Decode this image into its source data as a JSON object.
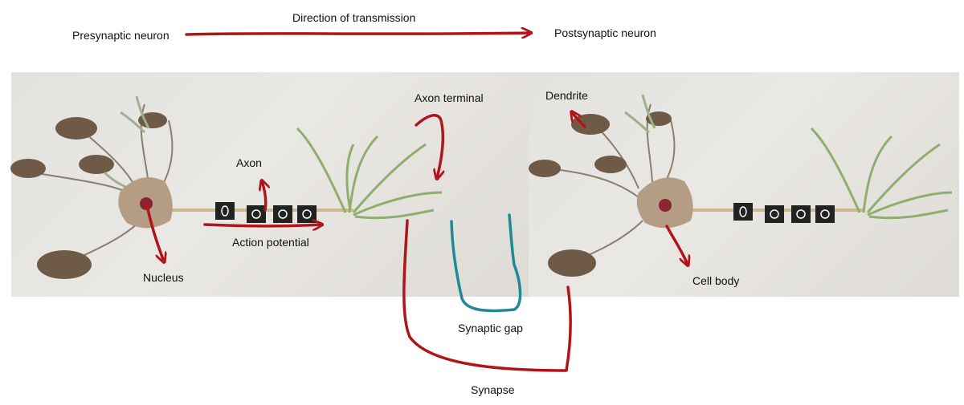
{
  "labels": {
    "presynaptic": "Presynaptic neuron",
    "direction": "Direction of transmission",
    "postsynaptic": "Postsynaptic neuron",
    "axon": "Axon",
    "axon_terminal": "Axon terminal",
    "dendrite": "Dendrite",
    "action_potential": "Action potential",
    "nucleus": "Nucleus",
    "cell_body": "Cell body",
    "synaptic_gap": "Synaptic gap",
    "synapse": "Synapse"
  },
  "colors": {
    "arrow_red": "#b0151b",
    "gap_teal": "#1f8a96",
    "soma_tan": "#b59c84",
    "nucleus_red": "#8a2430"
  }
}
